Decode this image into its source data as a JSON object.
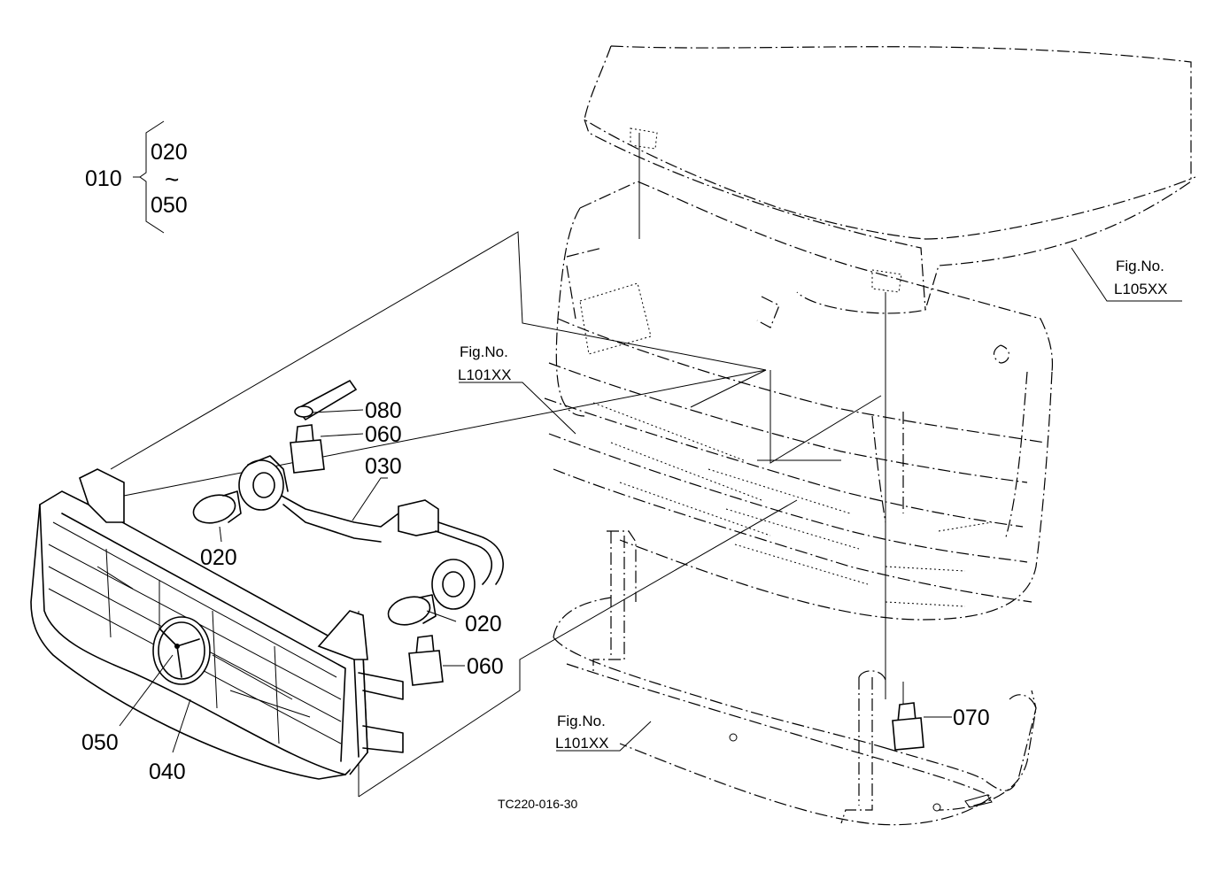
{
  "diagram_code": "TC220-016-30",
  "assembly": {
    "parent": "010",
    "range_start": "020",
    "range_symbol": "~",
    "range_end": "050"
  },
  "callouts": {
    "p080": "080",
    "p060_top": "060",
    "p030": "030",
    "p020_left": "020",
    "p020_right": "020",
    "p060_bottom": "060",
    "p050": "050",
    "p040": "040",
    "p070": "070"
  },
  "figure_refs": {
    "hood": {
      "line1": "Fig.No.",
      "line2": "L105XX"
    },
    "grille": {
      "line1": "Fig.No.",
      "line2": "L101XX"
    },
    "frame": {
      "line1": "Fig.No.",
      "line2": "L101XX"
    }
  }
}
